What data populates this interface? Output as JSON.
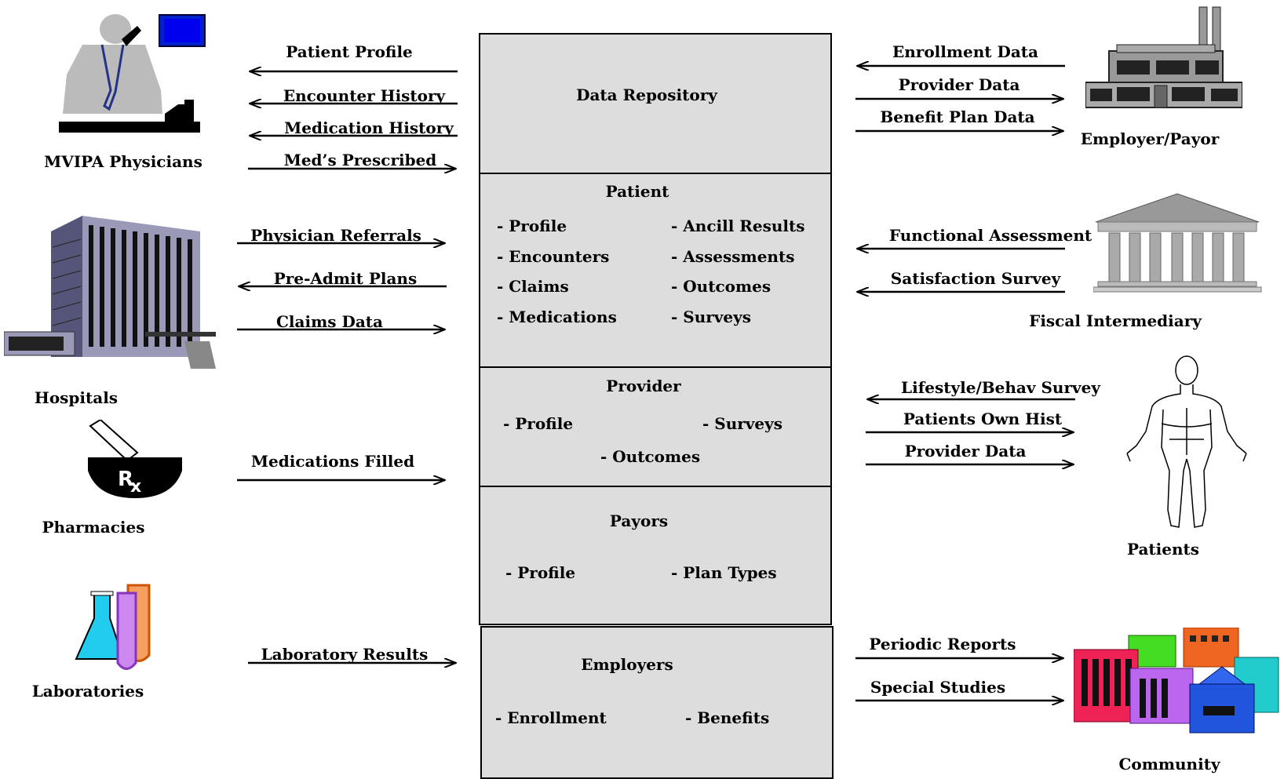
{
  "repository": {
    "title": "Data Repository",
    "patient": {
      "title": "Patient",
      "left_items": [
        "- Profile",
        "- Encounters",
        "- Claims",
        "- Medications"
      ],
      "right_items": [
        "- Ancill Results",
        "- Assessments",
        "- Outcomes",
        "- Surveys"
      ]
    },
    "provider": {
      "title": "Provider",
      "items": [
        "- Profile",
        "- Surveys",
        "- Outcomes"
      ]
    },
    "payors": {
      "title": "Payors",
      "items": [
        "- Profile",
        "- Plan Types"
      ]
    },
    "employers": {
      "title": "Employers",
      "items": [
        "- Enrollment",
        "- Benefits"
      ]
    }
  },
  "sources_left": [
    {
      "label": "MVIPA Physicians",
      "icon": "physician-icon",
      "flows": [
        {
          "label": "Patient Profile",
          "direction": "out"
        },
        {
          "label": "Encounter History",
          "direction": "out"
        },
        {
          "label": "Medication History",
          "direction": "out"
        },
        {
          "label": "Med’s Prescribed",
          "direction": "in"
        }
      ]
    },
    {
      "label": "Hospitals",
      "icon": "hospital-building-icon",
      "flows": [
        {
          "label": "Physician Referrals",
          "direction": "in"
        },
        {
          "label": "Pre-Admit Plans",
          "direction": "out"
        },
        {
          "label": "Claims Data",
          "direction": "in"
        }
      ]
    },
    {
      "label": "Pharmacies",
      "icon": "rx-mortar-pestle-icon",
      "flows": [
        {
          "label": "Medications Filled",
          "direction": "in"
        }
      ]
    },
    {
      "label": "Laboratories",
      "icon": "lab-flask-tubes-icon",
      "flows": [
        {
          "label": "Laboratory Results",
          "direction": "in"
        }
      ]
    }
  ],
  "sources_right": [
    {
      "label": "Employer/Payor",
      "icon": "factory-icon",
      "flows": [
        {
          "label": "Enrollment Data",
          "direction": "in"
        },
        {
          "label": "Provider Data",
          "direction": "out"
        },
        {
          "label": "Benefit Plan Data",
          "direction": "out"
        }
      ]
    },
    {
      "label": "Fiscal Intermediary",
      "icon": "government-building-icon",
      "flows": [
        {
          "label": "Functional Assessment",
          "direction": "in"
        },
        {
          "label": "Satisfaction Survey",
          "direction": "in"
        }
      ]
    },
    {
      "label": "Patients",
      "icon": "human-figure-icon",
      "flows": [
        {
          "label": "Lifestyle/Behav Survey",
          "direction": "in"
        },
        {
          "label": "Patients Own Hist",
          "direction": "out"
        },
        {
          "label": "Provider Data",
          "direction": "out"
        }
      ]
    },
    {
      "label": "Community",
      "icon": "city-buildings-icon",
      "flows": [
        {
          "label": "Periodic Reports",
          "direction": "out"
        },
        {
          "label": "Special Studies",
          "direction": "out"
        }
      ]
    }
  ]
}
